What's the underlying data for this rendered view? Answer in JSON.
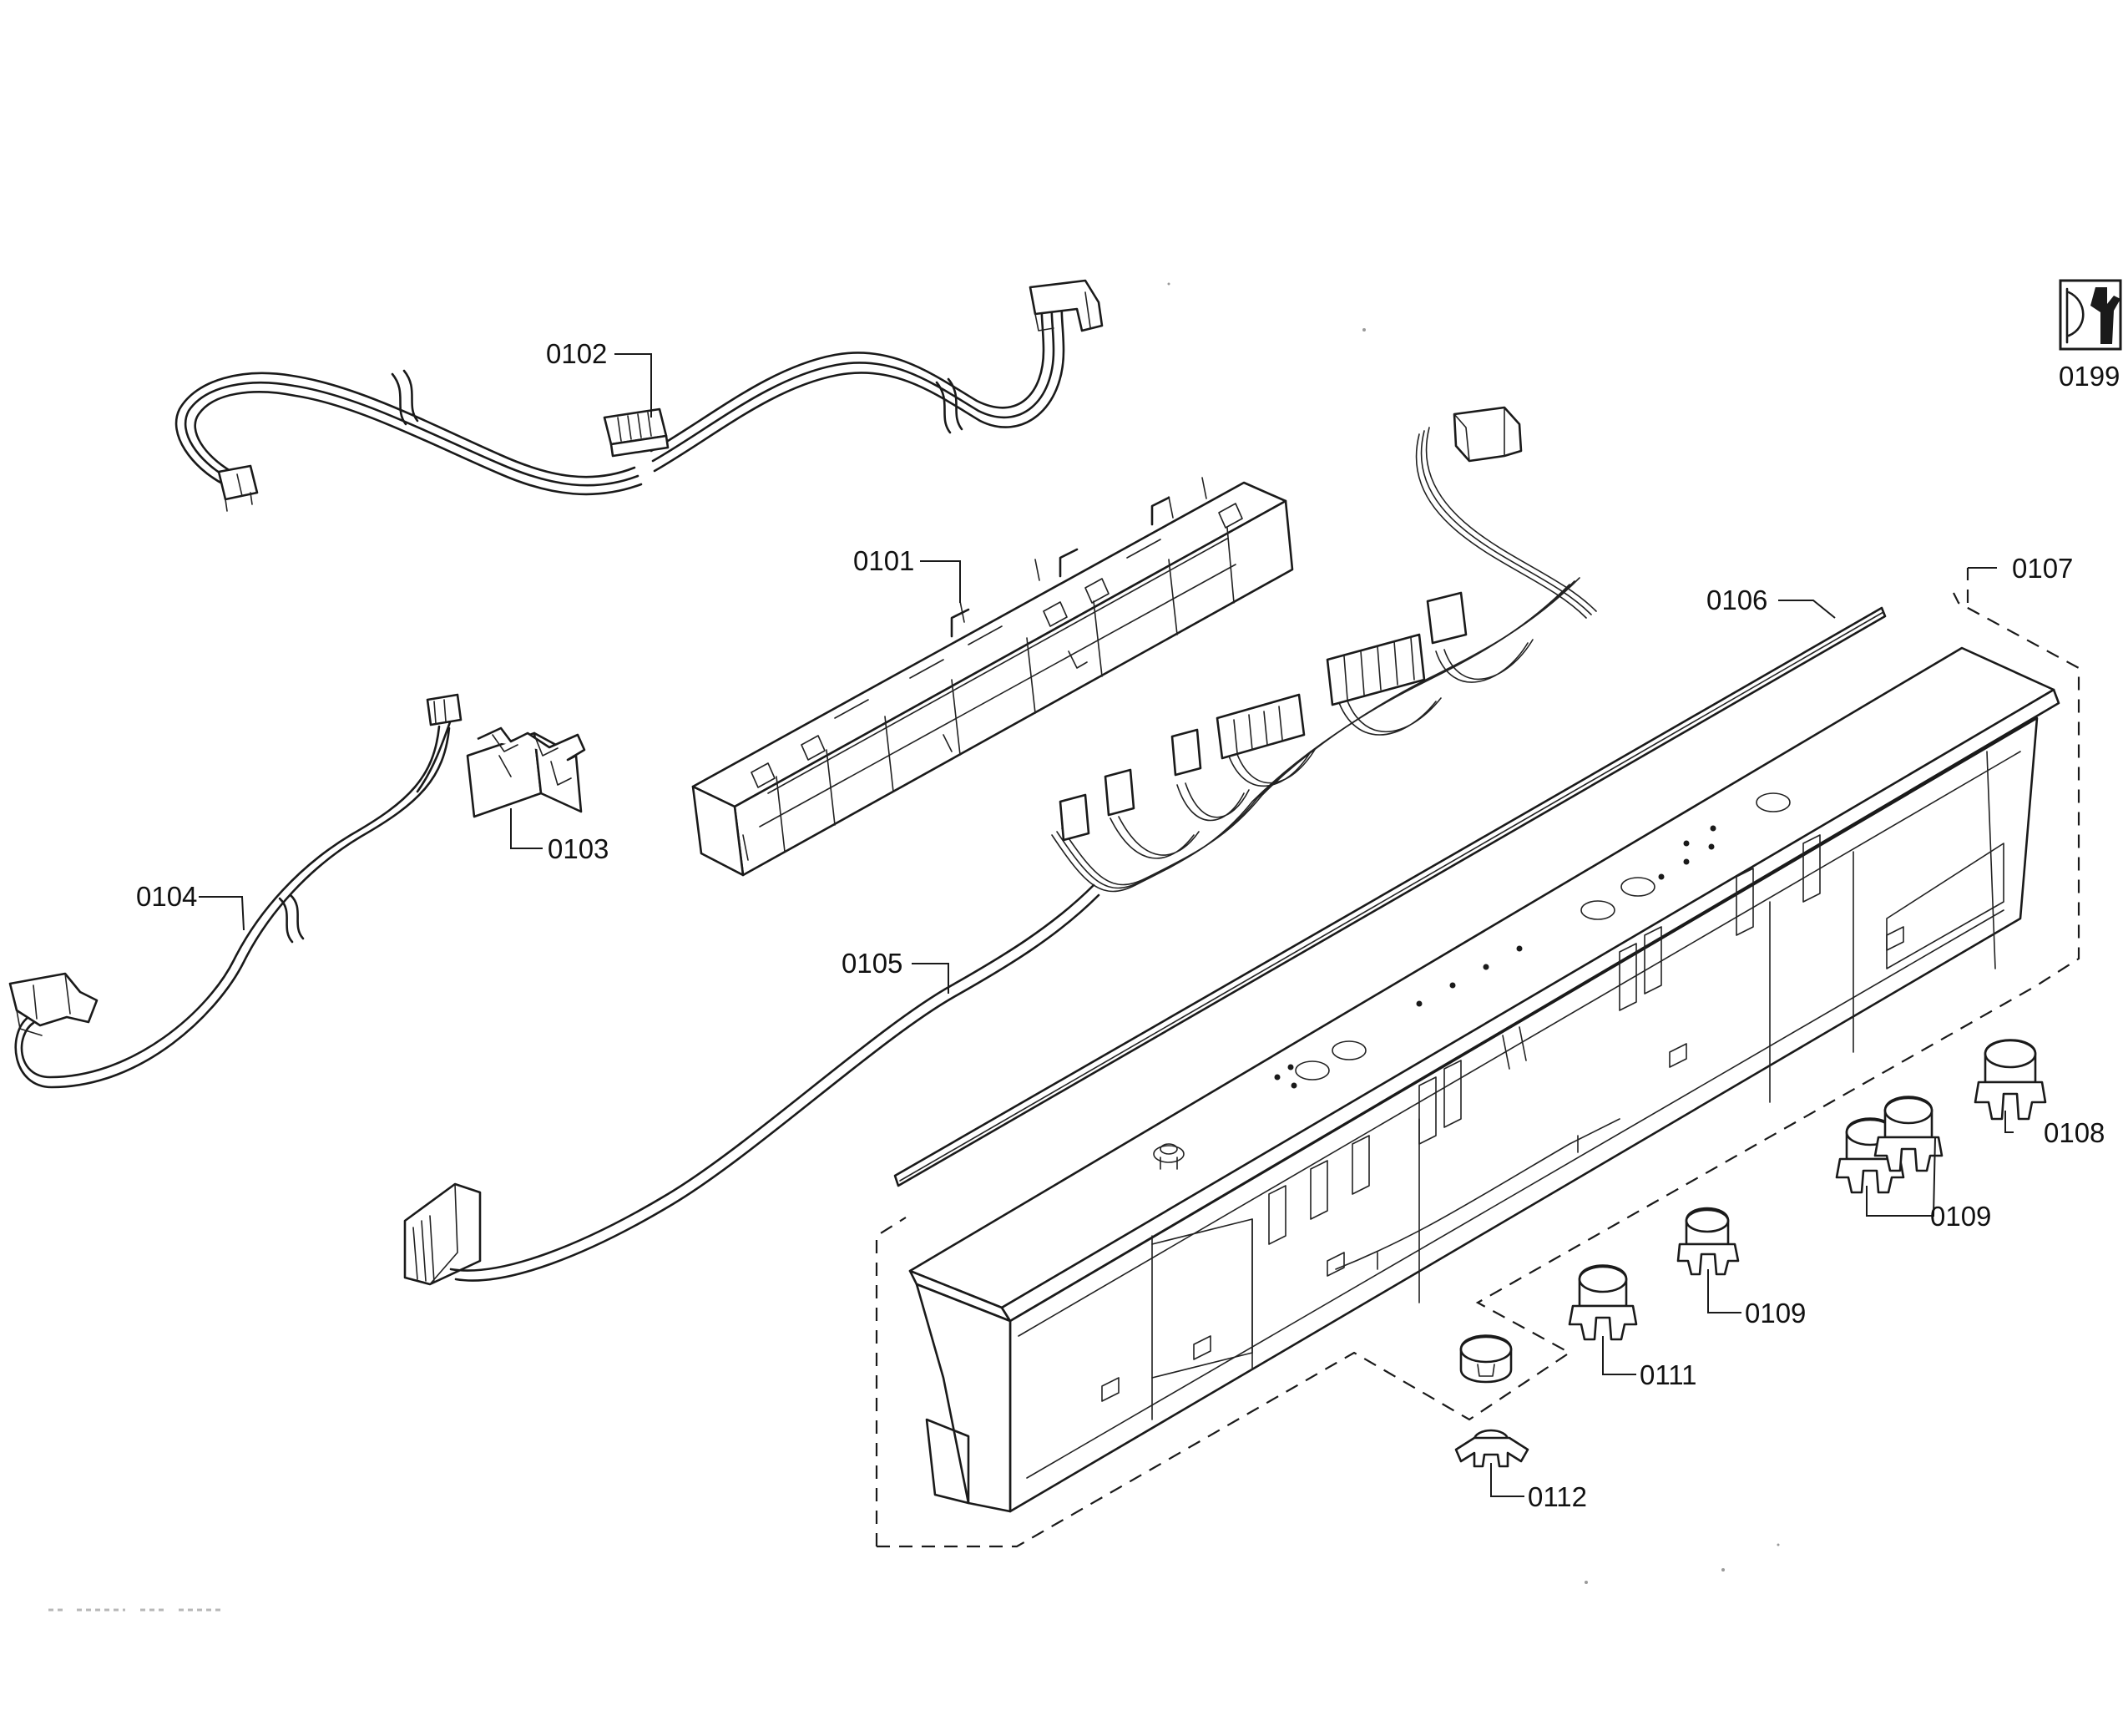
{
  "labels": {
    "p0101": "0101",
    "p0102": "0102",
    "p0103": "0103",
    "p0104": "0104",
    "p0105": "0105",
    "p0106": "0106",
    "p0107": "0107",
    "p0108": "0108",
    "p0109a": "0109",
    "p0109b": "0109",
    "p0111": "0111",
    "p0112": "0112",
    "p0199": "0199"
  },
  "icons": {
    "tool_kit": "wrench-icon"
  }
}
